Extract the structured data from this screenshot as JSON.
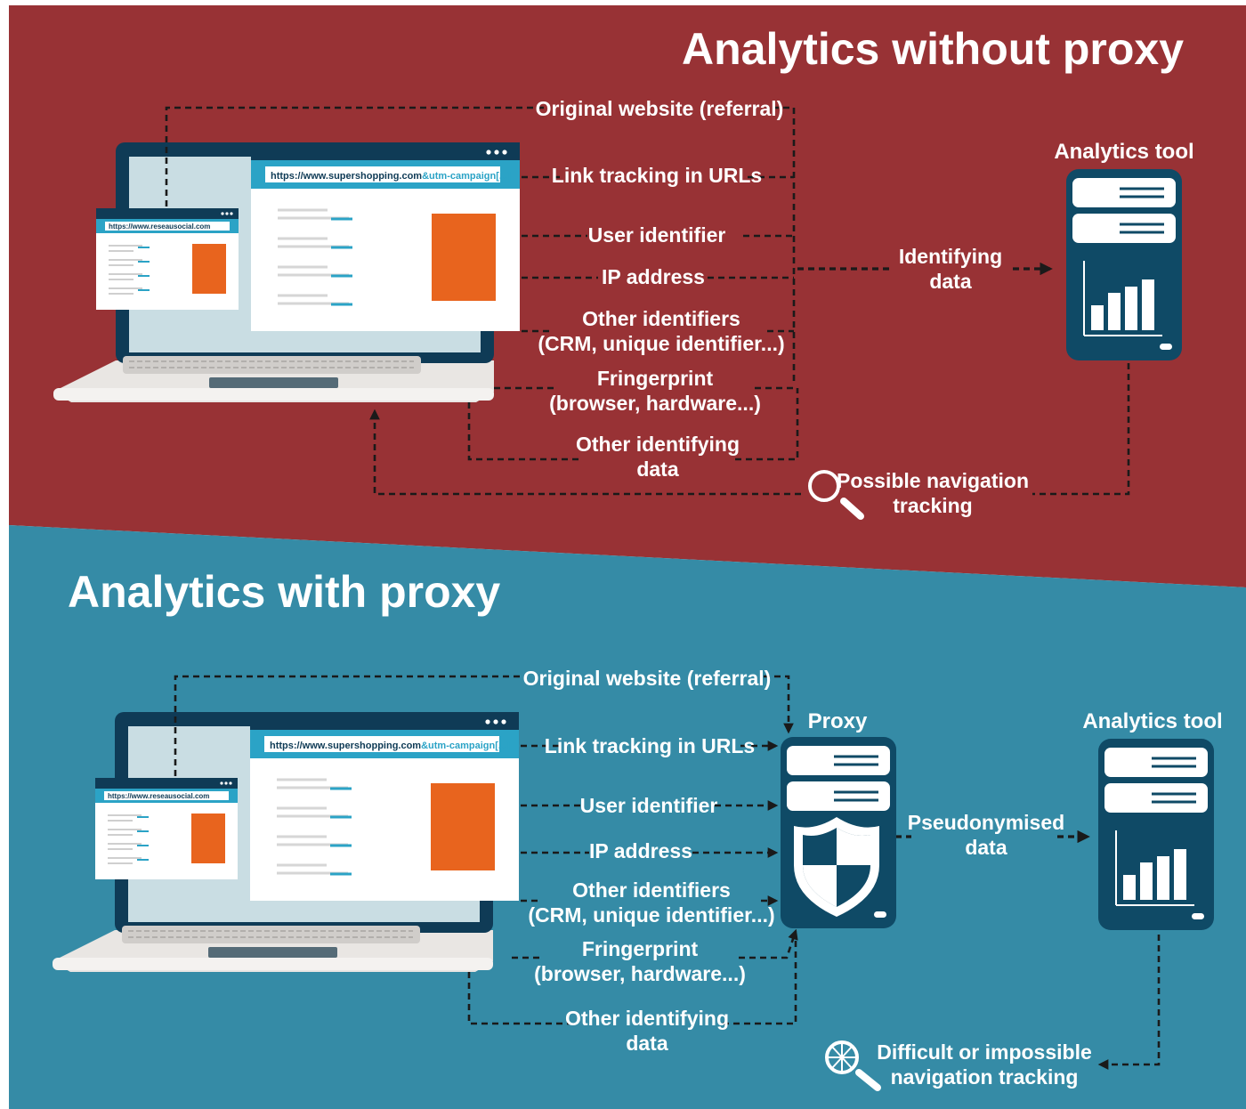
{
  "colors": {
    "top_background": "#983235",
    "bottom_background": "#358ba6",
    "server_body": "#0f4a66",
    "accent_orange": "#e8641e",
    "browser_bar": "#2ba3c6",
    "connector": "#1a1a1a"
  },
  "without_proxy": {
    "title": "Analytics without proxy",
    "analytics_tool_label": "Analytics tool",
    "items": {
      "referral": "Original website (referral)",
      "link_tracking": "Link tracking in URLs",
      "user_identifier": "User identifier",
      "ip_address": "IP address",
      "other_identifiers_1": "Other identifiers",
      "other_identifiers_2": "(CRM, unique identifier...)",
      "fingerprint_1": "Fringerprint",
      "fingerprint_2": "(browser, hardware...)",
      "other_data_1": "Other identifying",
      "other_data_2": "data"
    },
    "summary_1": "Identifying",
    "summary_2": "data",
    "tracking_1": "Possible navigation",
    "tracking_2": "tracking",
    "url_main_a": "https://www.supershopping.com",
    "url_main_b": "&utm-campaign[...]",
    "url_small": "https://www.reseausocial.com",
    "icons": [
      "laptop-icon",
      "browser-window-icon",
      "server-icon",
      "bar-chart-icon",
      "magnifier-icon"
    ]
  },
  "with_proxy": {
    "title": "Analytics with proxy",
    "proxy_label": "Proxy",
    "analytics_tool_label": "Analytics tool",
    "items": {
      "referral": "Original website (referral)",
      "link_tracking": "Link tracking in URLs",
      "user_identifier": "User identifier",
      "ip_address": "IP address",
      "other_identifiers_1": "Other identifiers",
      "other_identifiers_2": "(CRM, unique identifier...)",
      "fingerprint_1": "Fringerprint",
      "fingerprint_2": "(browser, hardware...)",
      "other_data_1": "Other identifying",
      "other_data_2": "data"
    },
    "summary_1": "Pseudonymised",
    "summary_2": "data",
    "tracking_1": "Difficult or impossible",
    "tracking_2": "navigation tracking",
    "url_main_a": "https://www.supershopping.com",
    "url_main_b": "&utm-campaign[...]",
    "url_small": "https://www.reseausocial.com",
    "icons": [
      "laptop-icon",
      "browser-window-icon",
      "server-icon",
      "shield-icon",
      "bar-chart-icon",
      "blocked-magnifier-icon"
    ]
  }
}
